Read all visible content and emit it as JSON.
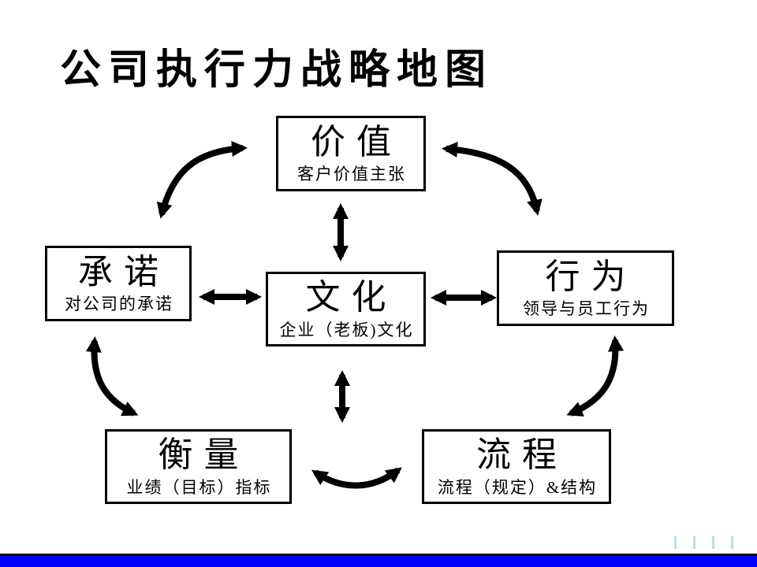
{
  "slide": {
    "title": "公司执行力战略地图"
  },
  "nodes": {
    "value": {
      "title": "价值",
      "subtitle": "客户价值主张"
    },
    "culture": {
      "title": "文化",
      "subtitle": "企业（老板)文化"
    },
    "commitment": {
      "title": "承诺",
      "subtitle": "对公司的承诺"
    },
    "behavior": {
      "title": "行为",
      "subtitle": "领导与员工行为"
    },
    "measure": {
      "title": "衡量",
      "subtitle": "业绩（目标）指标"
    },
    "process": {
      "title": "流程",
      "subtitle": "流程（规定）&结构"
    }
  },
  "connections": [
    {
      "from": "commitment",
      "to": "value",
      "style": "curved",
      "bidirectional": true
    },
    {
      "from": "value",
      "to": "behavior",
      "style": "curved",
      "bidirectional": true
    },
    {
      "from": "value",
      "to": "culture",
      "style": "straight",
      "bidirectional": true
    },
    {
      "from": "commitment",
      "to": "culture",
      "style": "straight",
      "bidirectional": true
    },
    {
      "from": "culture",
      "to": "behavior",
      "style": "straight",
      "bidirectional": true
    },
    {
      "from": "culture",
      "to": "measure-process-gap",
      "style": "straight",
      "bidirectional": true
    },
    {
      "from": "commitment",
      "to": "measure",
      "style": "curved",
      "bidirectional": true
    },
    {
      "from": "behavior",
      "to": "process",
      "style": "curved",
      "bidirectional": true
    },
    {
      "from": "measure",
      "to": "process",
      "style": "curved",
      "bidirectional": true
    }
  ],
  "colors": {
    "background": "#ffffff",
    "box_border": "#000000",
    "arrow": "#000000",
    "footer_bar": "#0000ff",
    "footer_bar_border": "#000000",
    "footer_tick": "#b9dcee"
  }
}
